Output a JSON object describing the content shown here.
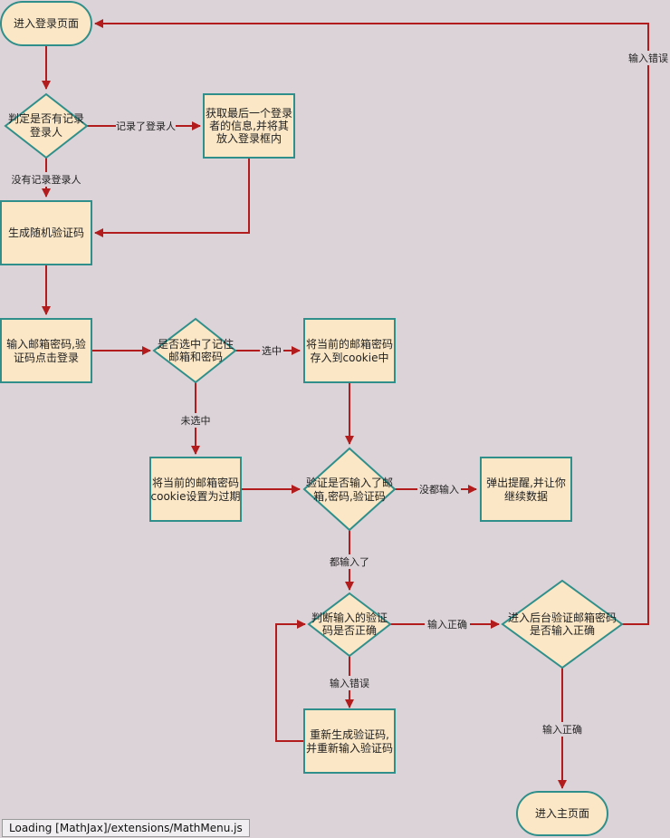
{
  "nodes": {
    "start": "进入登录页面",
    "check_record": [
      "判定是否有记录",
      "登录人"
    ],
    "get_last_user": [
      "获取最后一个登录",
      "者的信息,并将其",
      "放入登录框内"
    ],
    "gen_captcha": "生成随机验证码",
    "input_login": [
      "输入邮箱密码,验",
      "证码点击登录"
    ],
    "remember": [
      "是否选中了记住",
      "邮箱和密码"
    ],
    "save_cookie": [
      "将当前的邮箱密码",
      "存入到cookie中"
    ],
    "expire_cookie": [
      "将当前的邮箱密码",
      "cookie设置为过期"
    ],
    "validate_all": [
      "验证是否输入了邮",
      "箱,密码,验证码"
    ],
    "popup": [
      "弹出提醒,并让你",
      "继续数据"
    ],
    "check_captcha": [
      "判断输入的验证",
      "码是否正确"
    ],
    "backend_verify": [
      "进入后台验证邮箱密码",
      "是否输入正确"
    ],
    "regen_captcha": [
      "重新生成验证码,",
      "并重新输入验证码"
    ],
    "main_page": "进入主页面"
  },
  "edge_labels": {
    "has_record": "记录了登录人",
    "no_record": "没有记录登录人",
    "selected": "选中",
    "not_selected": "未选中",
    "none_input": "没都输入",
    "all_input": "都输入了",
    "captcha_correct": "输入正确",
    "captcha_wrong": "输入错误",
    "backend_correct": "输入正确",
    "backend_wrong": "输入错误"
  },
  "status_bar": "Loading [MathJax]/extensions/MathMenu.js"
}
